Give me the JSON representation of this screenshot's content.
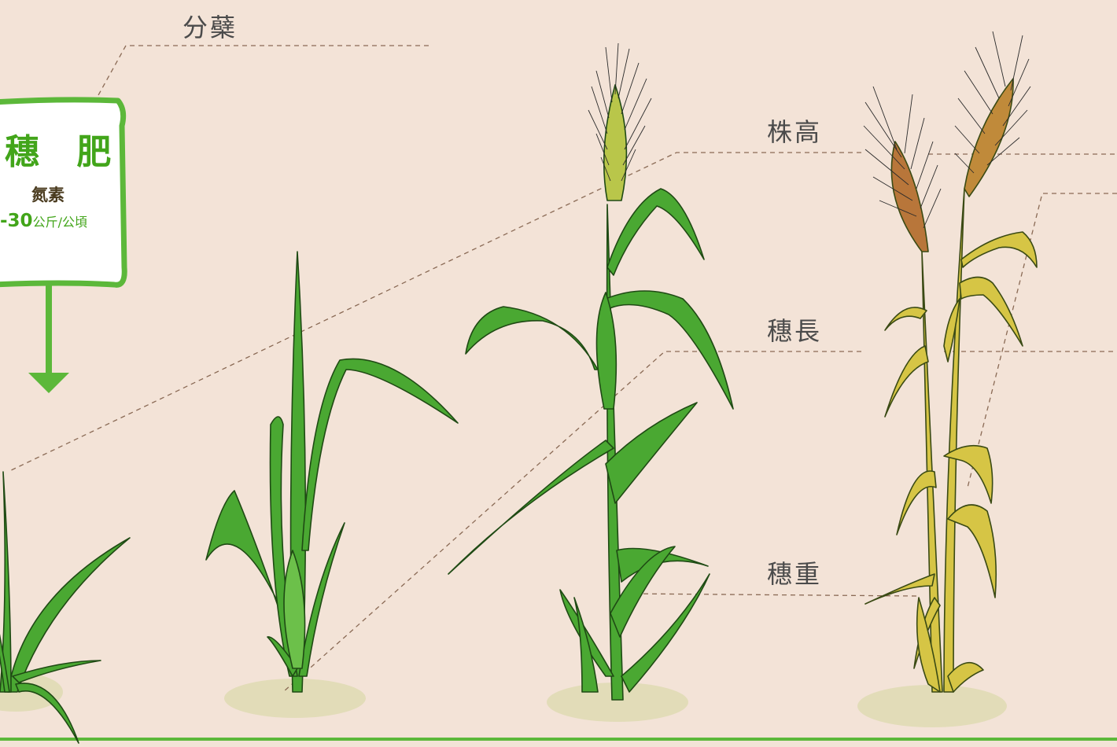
{
  "labels": {
    "tiller": "分蘗",
    "plant_height": "株高",
    "ear_length": "穗長",
    "ear_weight": "穗重"
  },
  "fertilizer_card": {
    "title": "穗 肥",
    "nutrient": "氮素",
    "rate_number": "-30",
    "rate_unit": "公斤/公頃"
  },
  "colors": {
    "background": "#f3e3d7",
    "accent_green": "#5cb83a",
    "leaf_green": "#3f9b2a",
    "mature_yellow": "#c9b53a",
    "ear_brown": "#b8763a"
  }
}
